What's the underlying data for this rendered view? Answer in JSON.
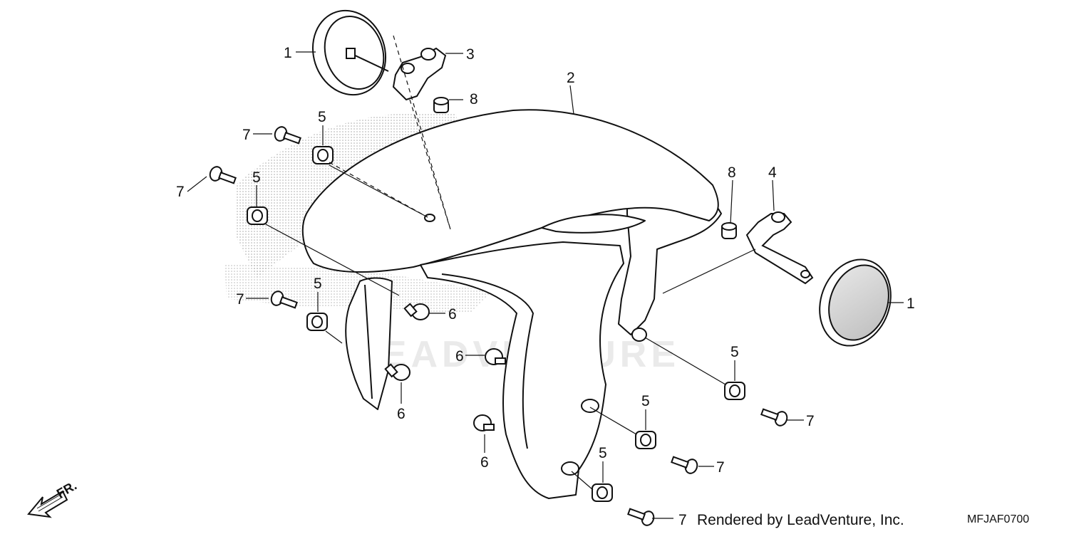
{
  "diagram": {
    "callouts": [
      "1",
      "1",
      "2",
      "3",
      "4",
      "5",
      "5",
      "5",
      "5",
      "5",
      "5",
      "6",
      "6",
      "6",
      "6",
      "7",
      "7",
      "7",
      "7",
      "7",
      "7",
      "8",
      "8"
    ],
    "direction_label": "FR.",
    "watermark": "LEADVENTURE",
    "credit": "Rendered by LeadVenture, Inc.",
    "diagram_code": "MFJAF0700"
  }
}
